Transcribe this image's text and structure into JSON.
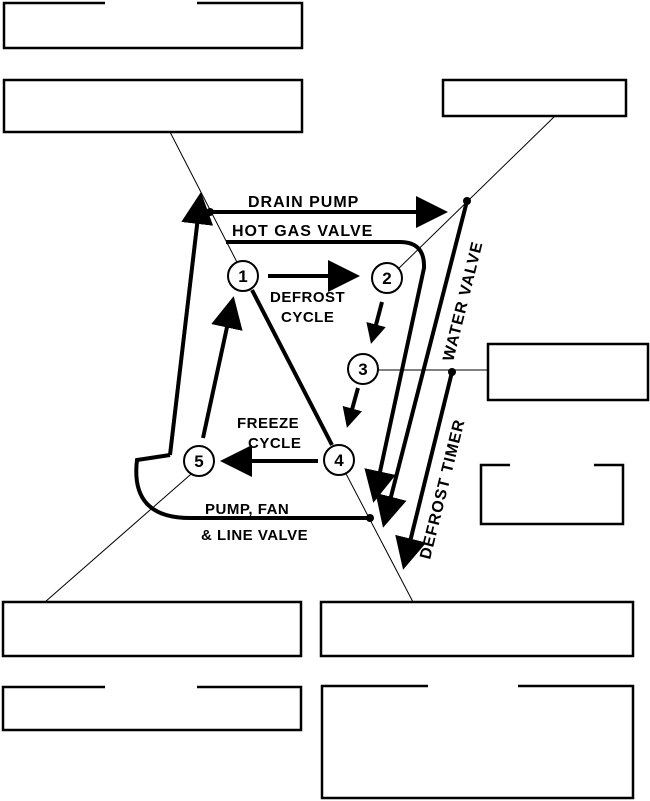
{
  "labels": {
    "drain_pump": "DRAIN PUMP",
    "hot_gas_valve": "HOT GAS VALVE",
    "water_valve": "WATER VALVE",
    "defrost_timer": "DEFROST TIMER",
    "defrost_cycle_1": "DEFROST",
    "defrost_cycle_2": "CYCLE",
    "freeze_cycle_1": "FREEZE",
    "freeze_cycle_2": "CYCLE",
    "pump_fan_1": "PUMP,  FAN",
    "pump_fan_2": "& LINE VALVE"
  },
  "nodes": [
    "1",
    "2",
    "3",
    "4",
    "5"
  ]
}
